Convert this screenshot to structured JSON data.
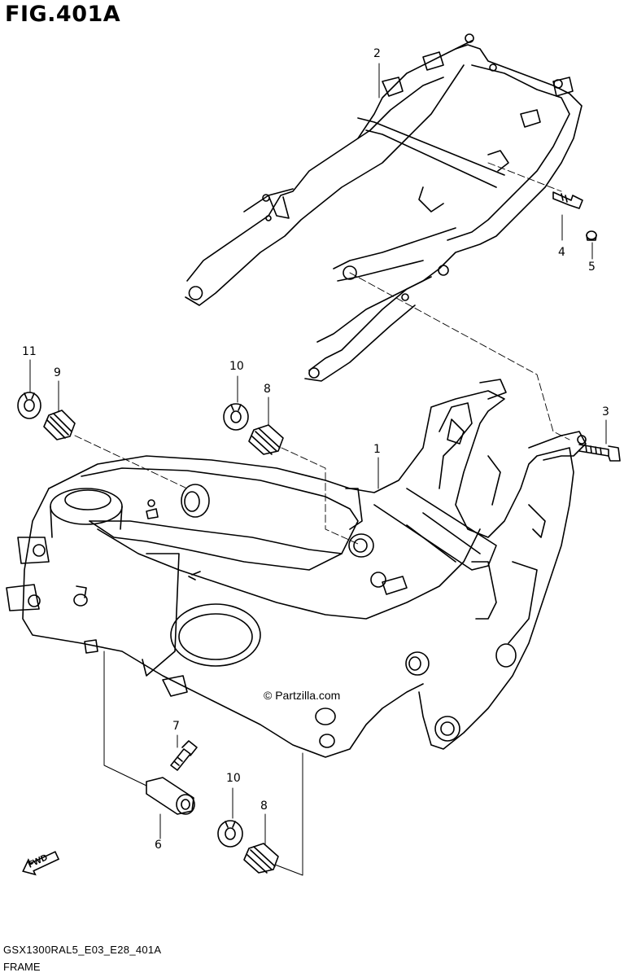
{
  "header": {
    "figure_title": "FIG.401A"
  },
  "footer": {
    "diagram_code": "GSX1300RAL5_E03_E28_401A",
    "section_name": "FRAME"
  },
  "watermark": "© Partzilla.com",
  "fwd_label": "FWD",
  "callouts": [
    {
      "id": "c1",
      "label": "1"
    },
    {
      "id": "c2",
      "label": "2"
    },
    {
      "id": "c3",
      "label": "3"
    },
    {
      "id": "c4",
      "label": "4"
    },
    {
      "id": "c5",
      "label": "5"
    },
    {
      "id": "c6",
      "label": "6"
    },
    {
      "id": "c7",
      "label": "7"
    },
    {
      "id": "c8a",
      "label": "8"
    },
    {
      "id": "c8b",
      "label": "8"
    },
    {
      "id": "c9",
      "label": "9"
    },
    {
      "id": "c10a",
      "label": "10"
    },
    {
      "id": "c10b",
      "label": "10"
    },
    {
      "id": "c11",
      "label": "11"
    }
  ]
}
